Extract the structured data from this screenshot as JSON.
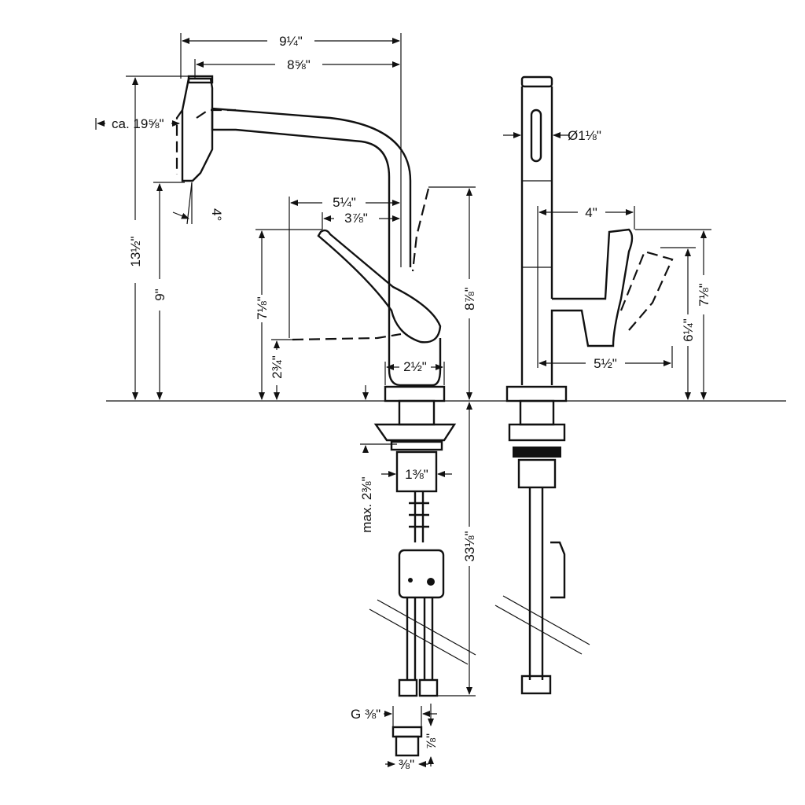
{
  "dimensions": {
    "overall_width": "9¼\"",
    "spout_reach": "8⅝\"",
    "pullout_extension": "ca. 19⅝\"",
    "overall_height": "13½\"",
    "spout_height": "9\"",
    "spray_angle": "4°",
    "handle_swing_radius": "5¼\"",
    "handle_offset": "3⅞\"",
    "handle_raised_height": "7⅛\"",
    "handle_rest_height": "2¾\"",
    "base_diameter": "2½\"",
    "handle_top_height": "8⅞\"",
    "spray_head_diameter": "Ø1⅛\"",
    "side_handle_depth": "4\"",
    "side_handle_reach": "5½\"",
    "side_handle_height_low": "6¼\"",
    "side_handle_height_high": "7⅛\"",
    "shank_diameter": "1⅜\"",
    "max_deck_thickness": "max. 2⅜\"",
    "hose_length": "33⅛\"",
    "connection_thread": "G ⅜\"",
    "connector_height": "⅞\"",
    "connector_width": "⅜\""
  }
}
